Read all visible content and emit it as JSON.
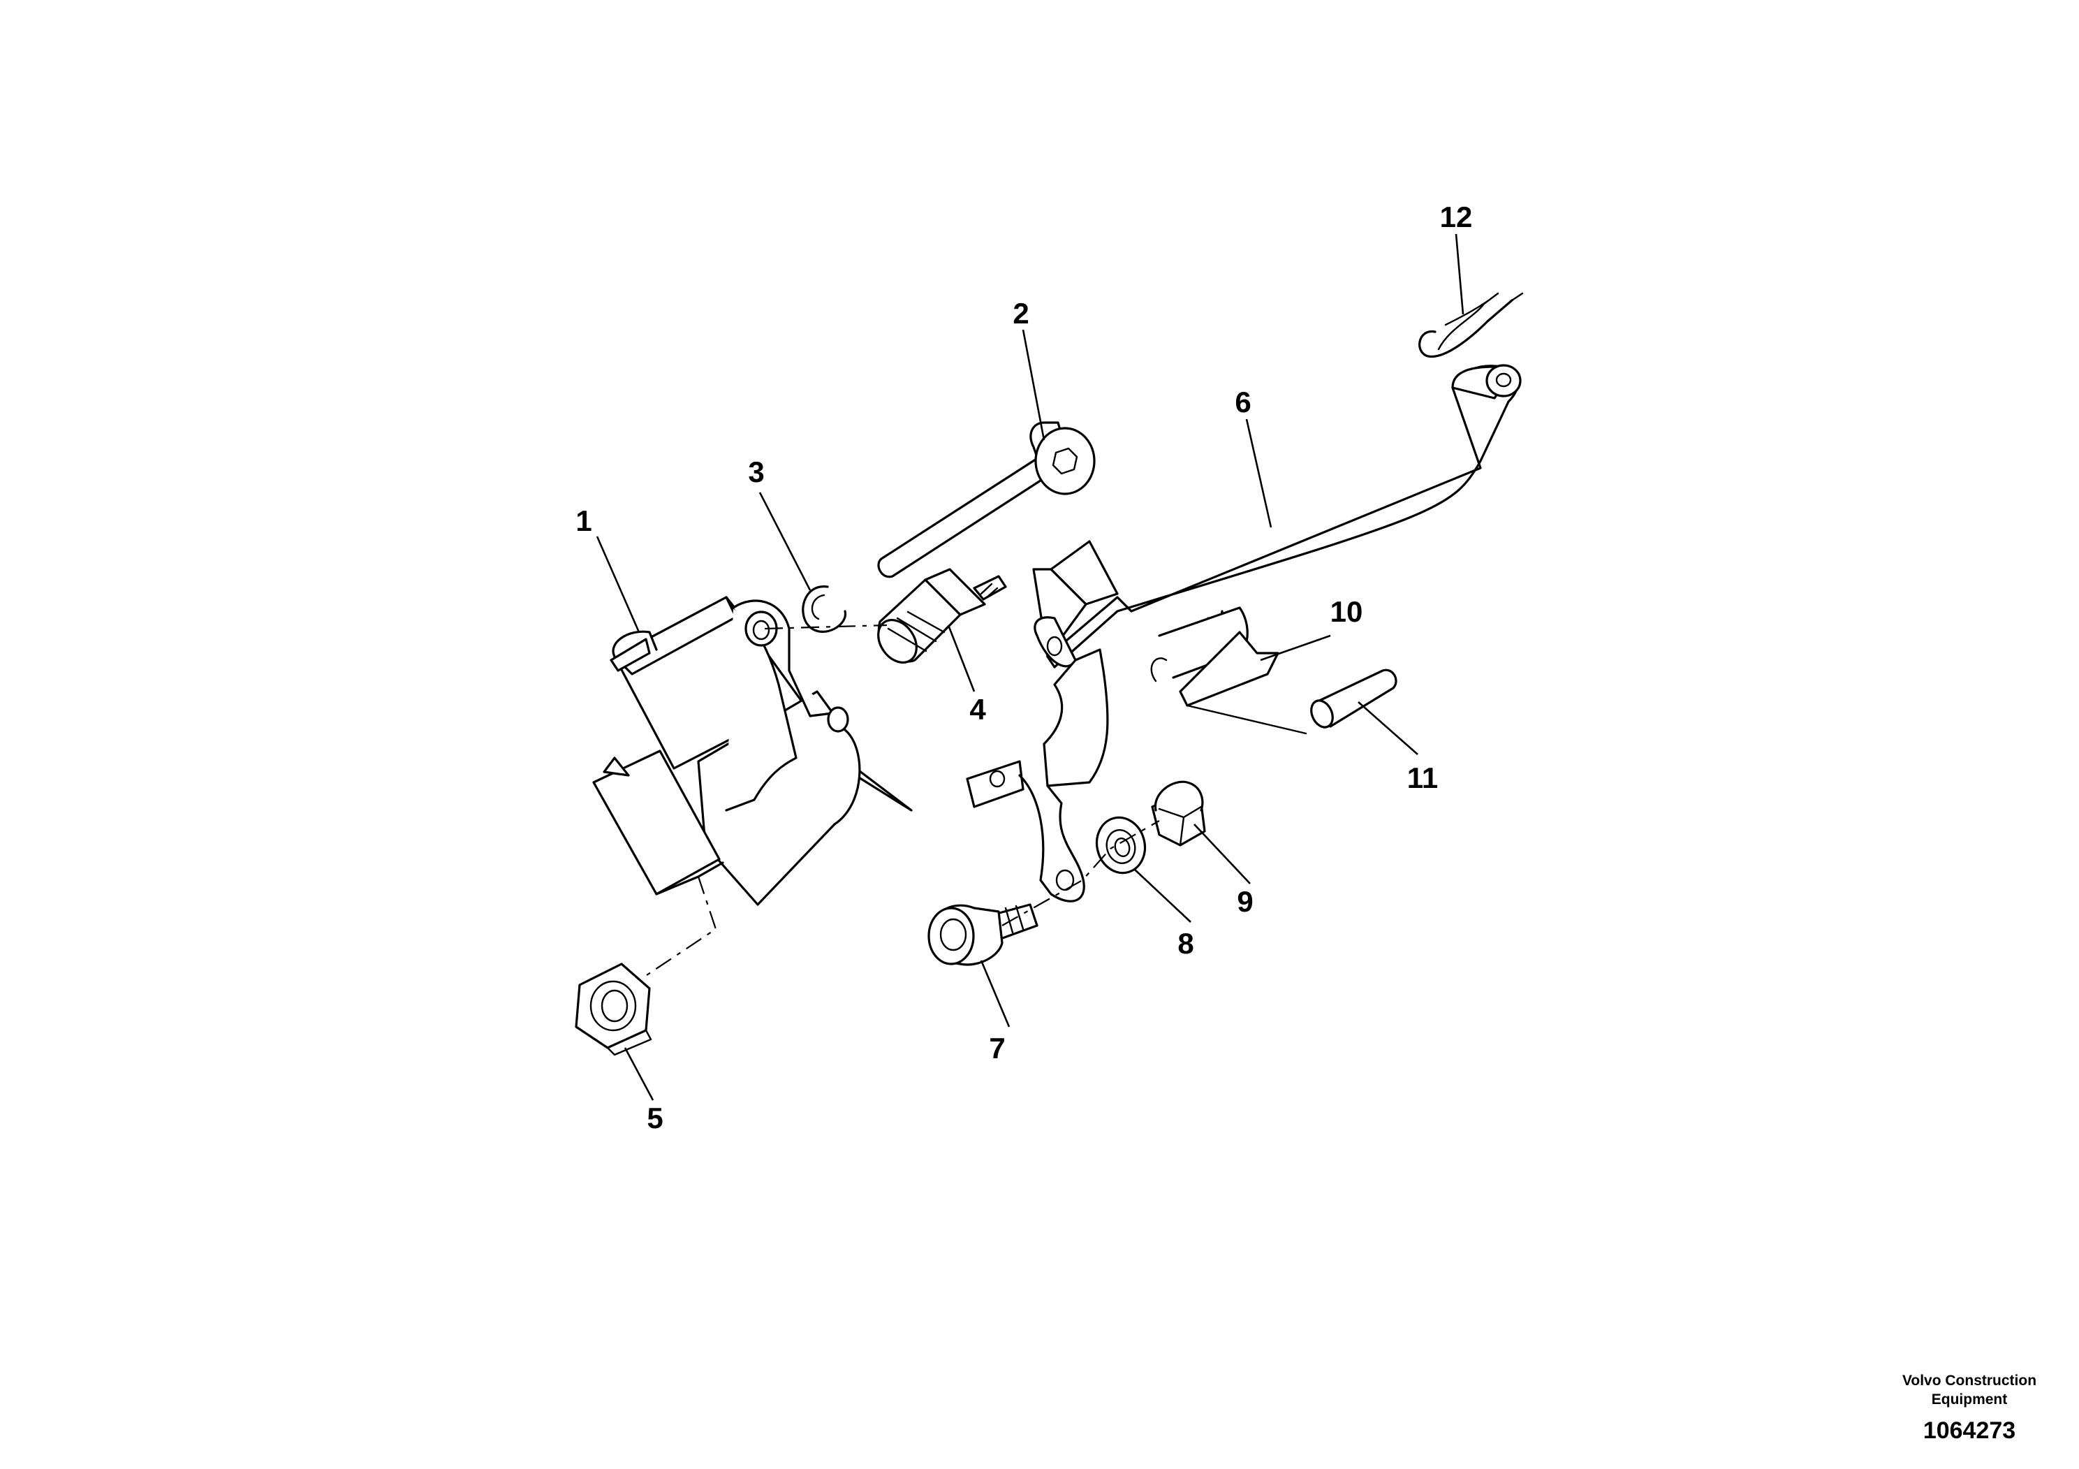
{
  "callouts": [
    "1",
    "2",
    "3",
    "4",
    "5",
    "6",
    "7",
    "8",
    "9",
    "10",
    "11",
    "12"
  ],
  "footer": {
    "company_line1": "Volvo Construction",
    "company_line2": "Equipment",
    "drawing_number": "1064273"
  }
}
